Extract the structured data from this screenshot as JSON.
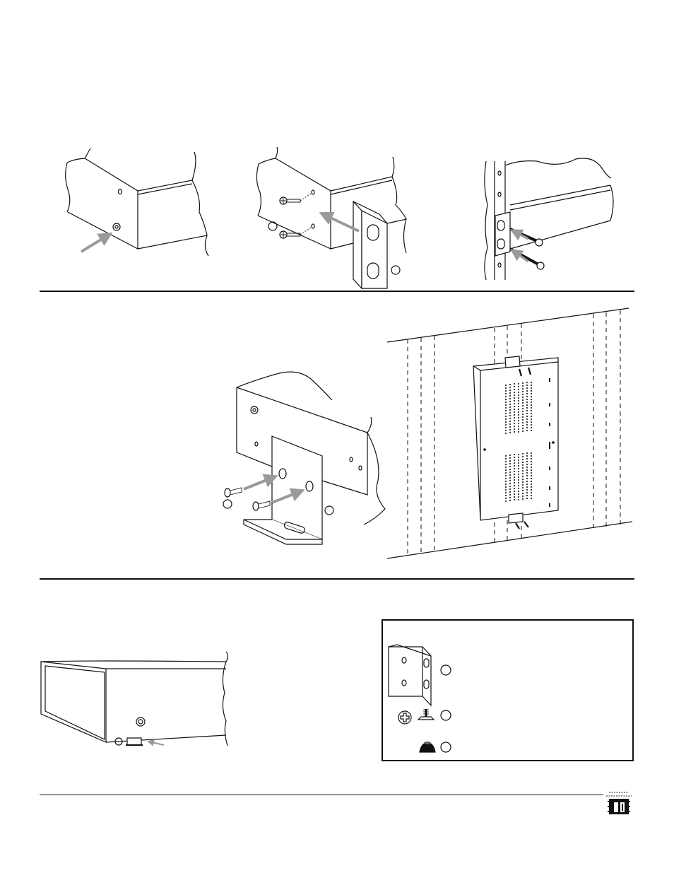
{
  "document": {
    "figures": [
      {
        "id": "step-remove-screw"
      },
      {
        "id": "step-attach-rack-ear"
      },
      {
        "id": "step-mount-in-rack"
      },
      {
        "id": "step-attach-wall-bracket"
      },
      {
        "id": "step-wall-mount"
      },
      {
        "id": "step-attach-feet"
      }
    ],
    "legend": {
      "items": [
        {
          "icon": "rack-ear-bracket-icon"
        },
        {
          "icon": "screw-icon"
        },
        {
          "icon": "rubber-foot-icon"
        }
      ]
    },
    "colors": {
      "ink": "#111111",
      "arrow": "#9a9a9a"
    },
    "logo": {
      "icon": "manufacturer-logo-icon"
    }
  }
}
